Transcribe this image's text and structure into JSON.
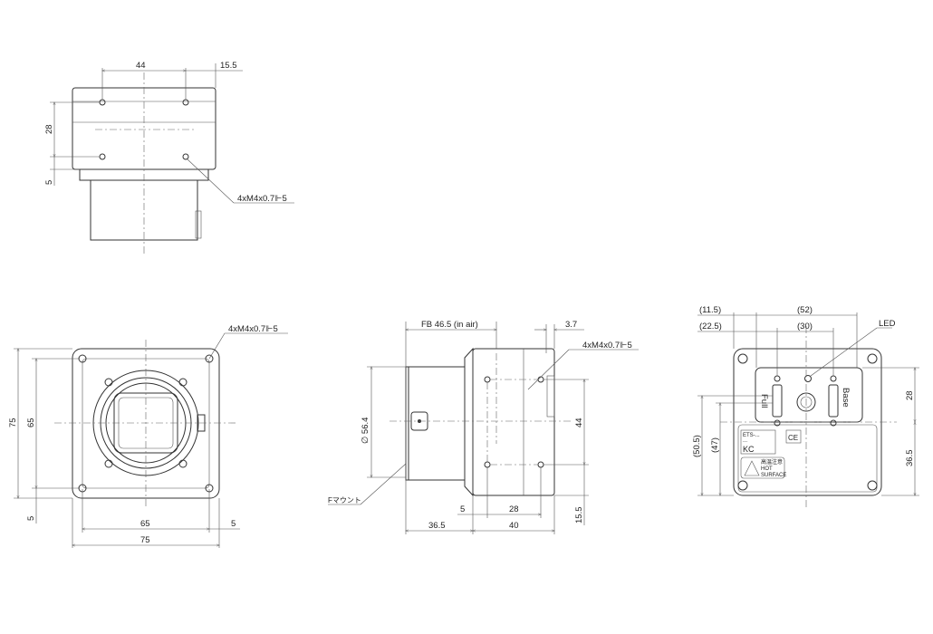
{
  "top_view": {
    "dim_width": "44",
    "dim_offset": "15.5",
    "dim_height": "28",
    "dim_flange": "5",
    "thread_note": "4xM4x0.7⊩5"
  },
  "front_view": {
    "thread_note": "4xM4x0.7⊩5",
    "dim_h_total": "75",
    "dim_h_holes": "65",
    "dim_h_edge": "5",
    "dim_w_holes": "65",
    "dim_w_edge": "5",
    "dim_w_total": "75"
  },
  "side_view": {
    "flange_back": "FB 46.5 (in air)",
    "dim_rear": "3.7",
    "thread_note": "4xM4x0.7⊩5",
    "diameter": "∅ 56.4",
    "mount_label": "Fマウント",
    "dim_holes_v": "44",
    "dim_edge_v": "15.5",
    "dim_front_edge": "5",
    "dim_holes_h": "28",
    "dim_mount": "36.5",
    "dim_body": "40"
  },
  "back_view": {
    "dim_full_paren": "(11.5)",
    "dim_base_paren": "(52)",
    "dim_full2_paren": "(22.5)",
    "dim_base2_paren": "(30)",
    "led_label": "LED",
    "port_full": "Full",
    "port_base": "Base",
    "dim_upper": "28",
    "dim_lower": "36.5",
    "dim_full_height": "(50.5)",
    "dim_base_height": "(47)",
    "label_lines": [
      "ETS-...",
      "..."
    ],
    "ce_mark": "CE",
    "kc_mark": "KC",
    "warning_jp": "高温注意",
    "warning_line1": "HOT",
    "warning_line2": "SURFACE"
  }
}
